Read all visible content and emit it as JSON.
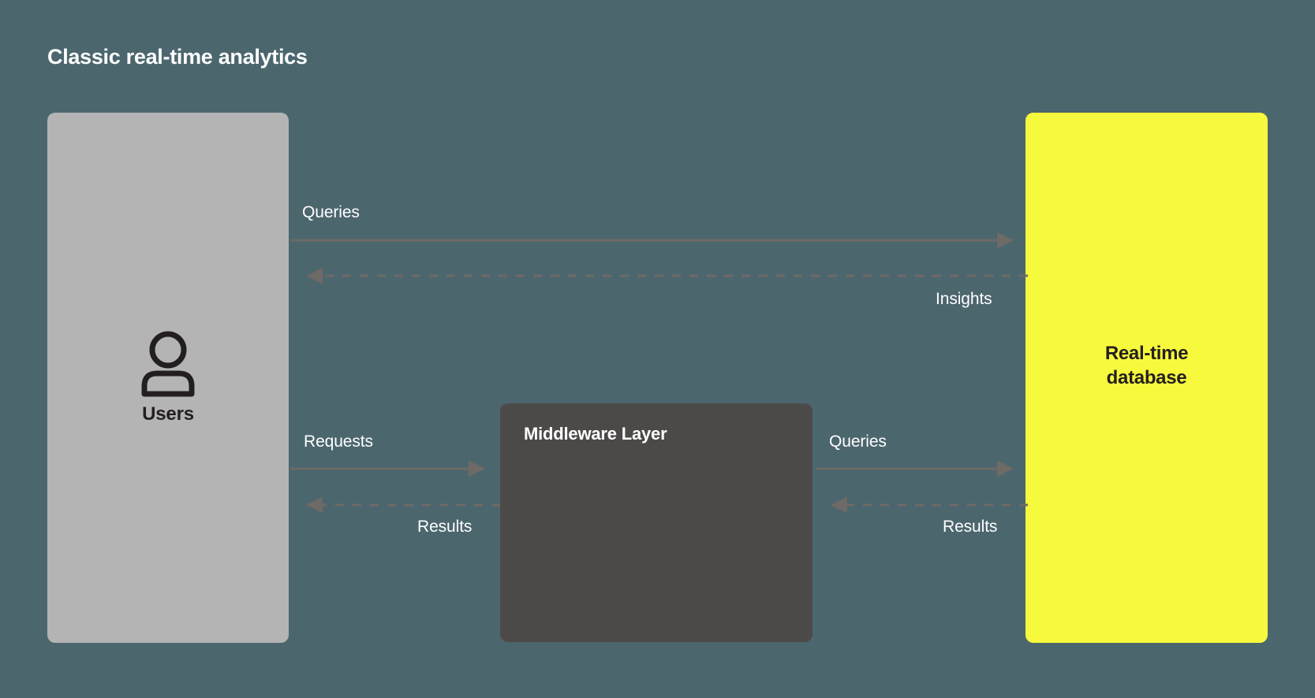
{
  "title": "Classic real-time analytics",
  "theme": {
    "background": "#4c666e",
    "users_box": "#b4b4b4",
    "middleware_box": "#4c4a48",
    "database_box": "#f7f93c",
    "connector": "#6e6a66",
    "dark_text": "#231f20",
    "light_text": "#ffffff"
  },
  "nodes": {
    "users": {
      "label": "Users",
      "icon": "user-icon"
    },
    "middleware": {
      "label": "Middleware Layer"
    },
    "database": {
      "label_line1": "Real-time",
      "label_line2": "database",
      "label": "Real-time database"
    }
  },
  "connectors": {
    "queries_top": {
      "label": "Queries",
      "style": "solid",
      "direction": "right",
      "from": "users",
      "to": "database"
    },
    "insights": {
      "label": "Insights",
      "style": "dashed",
      "direction": "left",
      "from": "database",
      "to": "users"
    },
    "requests": {
      "label": "Requests",
      "style": "solid",
      "direction": "right",
      "from": "users",
      "to": "middleware"
    },
    "results_left": {
      "label": "Results",
      "style": "dashed",
      "direction": "left",
      "from": "middleware",
      "to": "users"
    },
    "queries_mid": {
      "label": "Queries",
      "style": "solid",
      "direction": "right",
      "from": "middleware",
      "to": "database"
    },
    "results_right": {
      "label": "Results",
      "style": "dashed",
      "direction": "left",
      "from": "database",
      "to": "middleware"
    }
  }
}
